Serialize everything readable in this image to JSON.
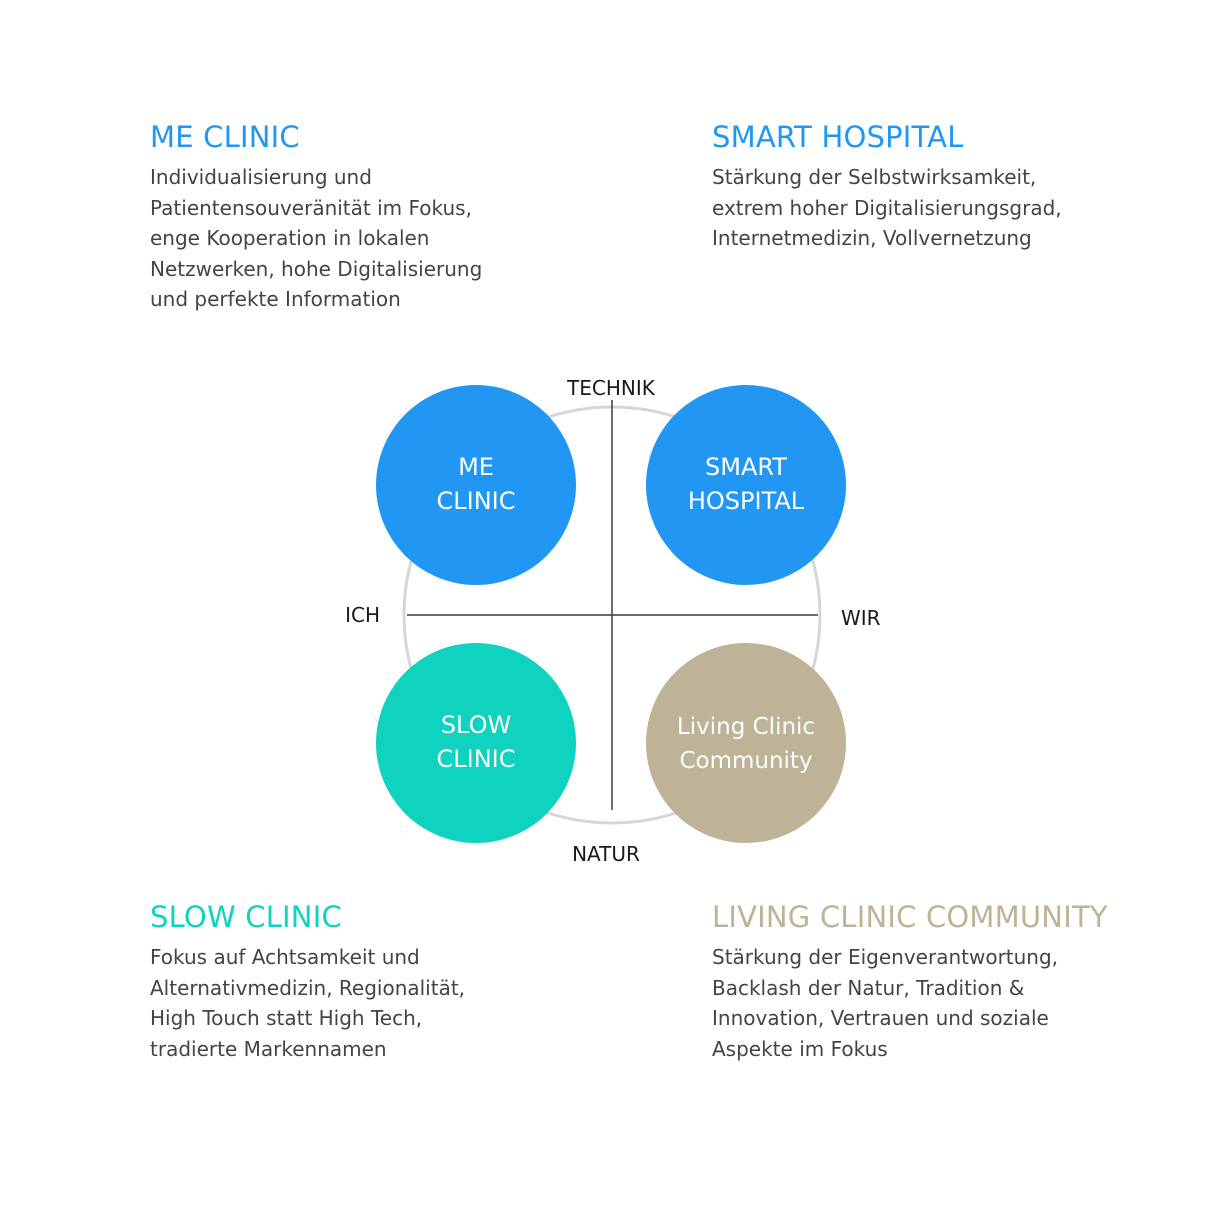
{
  "colors": {
    "me_clinic": "#2196F3",
    "smart_hospital": "#2196F3",
    "slow_clinic": "#0FD2BF",
    "living_clinic": "#BEB297",
    "ring": "#d6d6d6",
    "axis": "#3a3a3a"
  },
  "blocks": {
    "me": {
      "title": "ME CLINIC",
      "lines": [
        "Individualisierung und",
        "Patientensouveränität im Fokus,",
        "enge Kooperation in lokalen",
        "Netzwerken, hohe Digitalisierung",
        "und perfekte Information"
      ]
    },
    "smart": {
      "title": "SMART HOSPITAL",
      "lines": [
        "Stärkung der Selbstwirksamkeit,",
        "extrem hoher Digitalisierungsgrad,",
        "Internetmedizin, Vollvernetzung"
      ]
    },
    "slow": {
      "title": "SLOW CLINIC",
      "lines": [
        "Fokus auf Achtsamkeit und",
        "Alternativmedizin, Regionalität,",
        "High Touch statt High Tech,",
        "tradierte Markennamen"
      ]
    },
    "living": {
      "title": "LIVING CLINIC COMMUNITY",
      "lines": [
        "Stärkung der Eigenverantwortung,",
        "Backlash der Natur, Tradition &",
        "Innovation, Vertrauen und soziale",
        "Aspekte im Fokus"
      ]
    }
  },
  "diagram": {
    "axes": {
      "top": "TECHNIK",
      "bottom": "NATUR",
      "left": "ICH",
      "right": "WIR"
    },
    "circles": {
      "me": [
        "ME",
        "CLINIC"
      ],
      "smart": [
        "SMART",
        "HOSPITAL"
      ],
      "slow": [
        "SLOW",
        "CLINIC"
      ],
      "living": [
        "Living Clinic",
        "Community"
      ]
    }
  }
}
